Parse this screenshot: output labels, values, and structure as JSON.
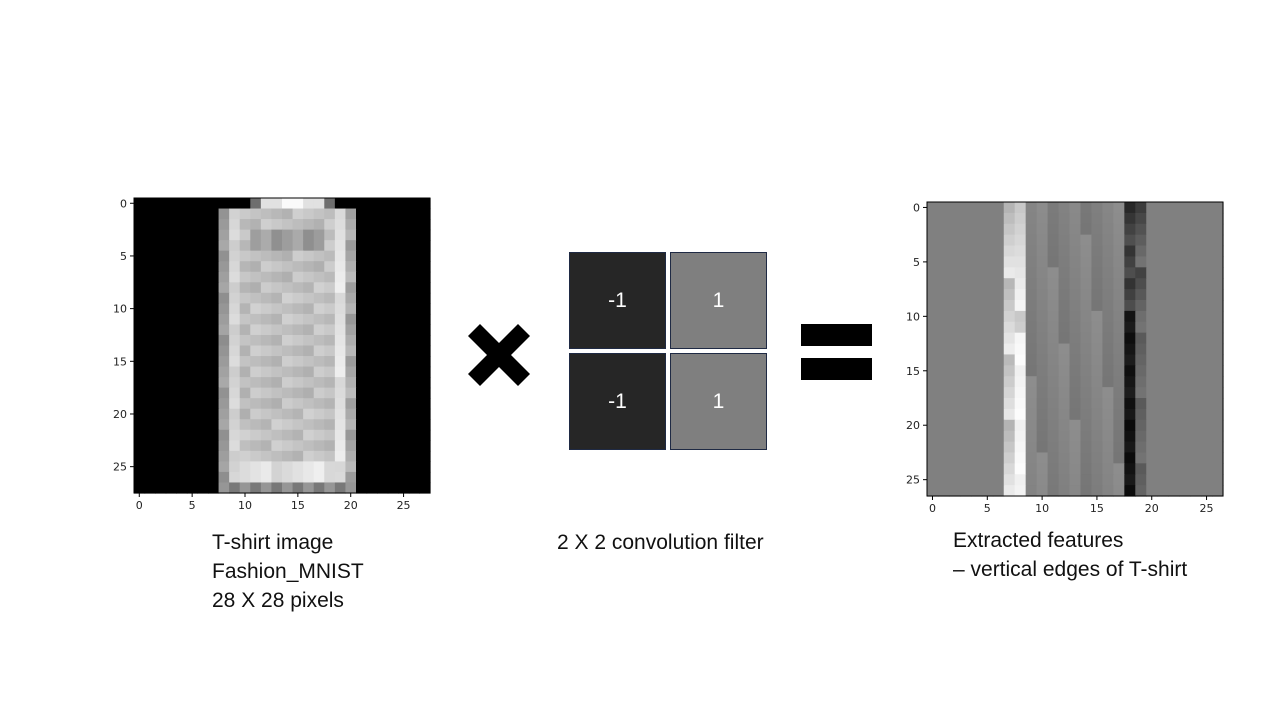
{
  "input_plot": {
    "x_ticks": [
      "0",
      "5",
      "10",
      "15",
      "20",
      "25"
    ],
    "y_ticks": [
      "0",
      "5",
      "10",
      "15",
      "20",
      "25"
    ],
    "colormap": "gray",
    "size": 28,
    "bg_value": 0
  },
  "input_caption": {
    "line1": "T-shirt image",
    "line2": "Fashion_MNIST",
    "line3": "28 X 28 pixels"
  },
  "operator_multiply": "times-icon",
  "filter": {
    "cells": [
      {
        "value": "-1",
        "color": "#262626"
      },
      {
        "value": "1",
        "color": "#7f7f7f"
      },
      {
        "value": "-1",
        "color": "#262626"
      },
      {
        "value": "1",
        "color": "#7f7f7f"
      }
    ],
    "caption": "2 X 2 convolution filter"
  },
  "operator_equals": "equals-icon",
  "output_plot": {
    "x_ticks": [
      "0",
      "5",
      "10",
      "15",
      "20",
      "25"
    ],
    "y_ticks": [
      "0",
      "5",
      "10",
      "15",
      "20",
      "25"
    ],
    "colormap": "gray",
    "size": 27,
    "bg_value": 128
  },
  "output_caption": {
    "line1": "Extracted features",
    "line2": "– vertical edges of T-shirt"
  }
}
